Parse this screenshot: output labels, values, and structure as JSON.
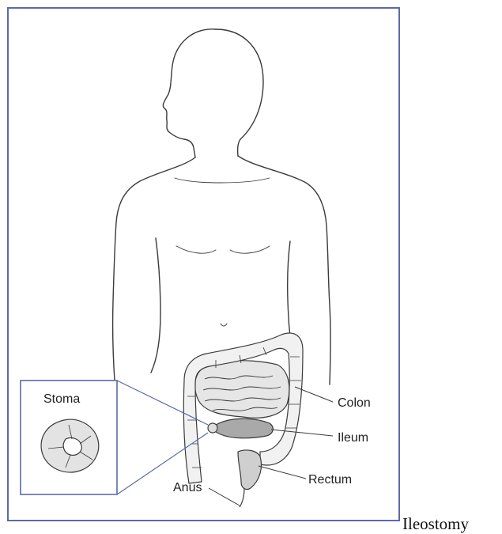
{
  "figure": {
    "caption": "Ileostomy",
    "labels": {
      "stoma": "Stoma",
      "colon": "Colon",
      "ileum": "Ileum",
      "anus": "Anus",
      "rectum": "Rectum"
    },
    "colors": {
      "frame": "#5b6aa8",
      "outline": "#3a3a3a",
      "organ_shade": "#cfcfcf",
      "ileum_shade": "#a9a9a9"
    }
  }
}
